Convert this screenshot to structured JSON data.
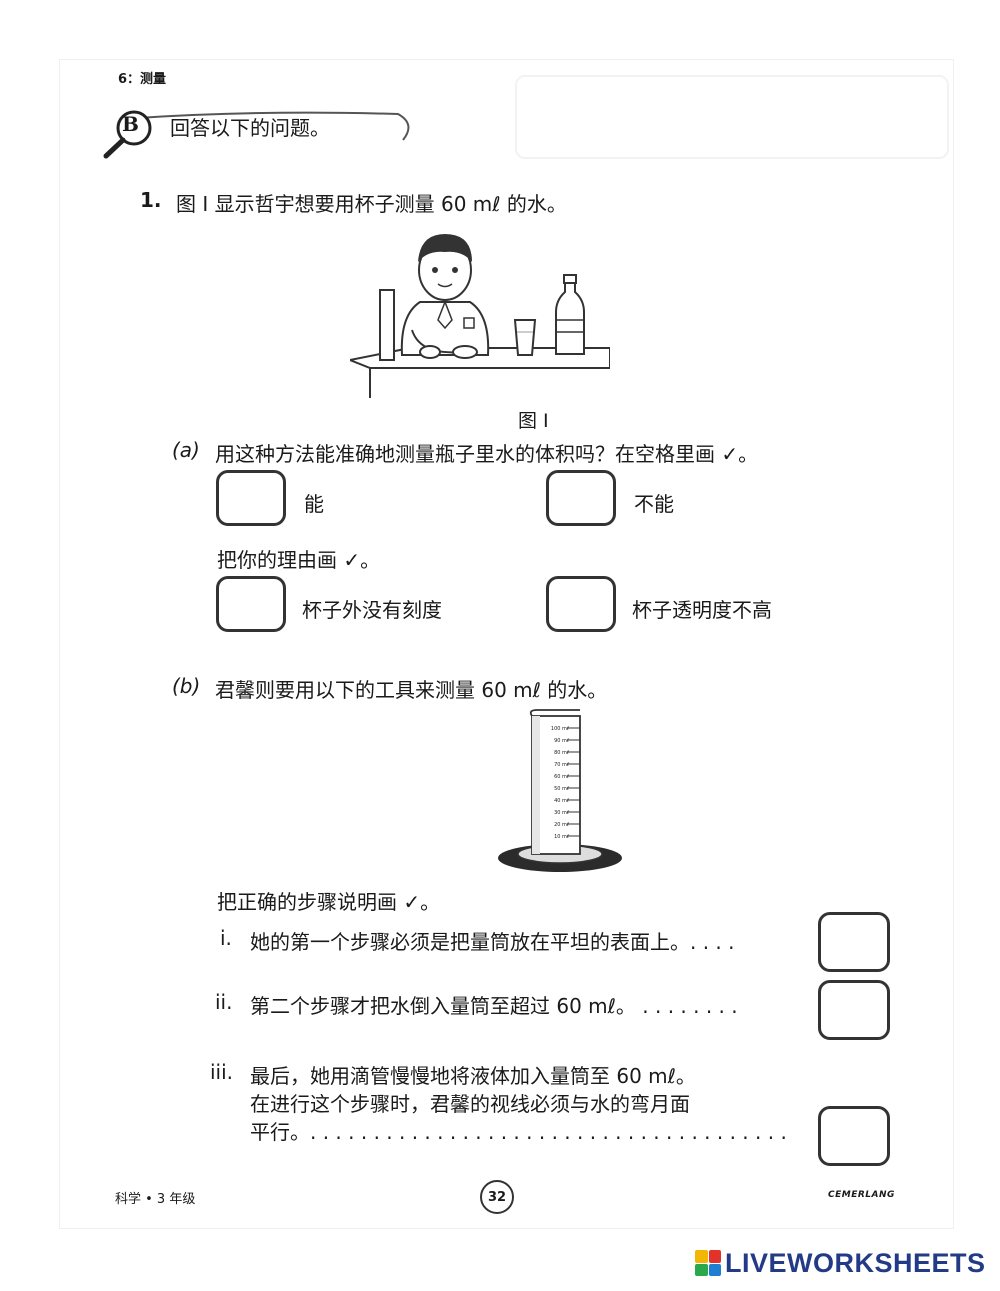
{
  "header": {
    "chapter": "6：测量"
  },
  "section": {
    "badge": "B",
    "title": "回答以下的问题。"
  },
  "question1": {
    "number": "1.",
    "intro": "图 I 显示哲宇想要用杯子测量 60 mℓ 的水。",
    "figure_caption": "图 I",
    "part_a": {
      "label": "(a)",
      "question": "用这种方法能准确地测量瓶子里水的体积吗？在空格里画 ✓。",
      "options": [
        "能",
        "不能"
      ],
      "reason_prompt": "把你的理由画 ✓。",
      "reasons": [
        "杯子外没有刻度",
        "杯子透明度不高"
      ]
    },
    "part_b": {
      "label": "(b)",
      "question": "君馨则要用以下的工具来测量 60 mℓ 的水。",
      "cylinder_marks": [
        "100 mℓ",
        "90 mℓ",
        "80 mℓ",
        "70 mℓ",
        "60 mℓ",
        "50 mℓ",
        "40 mℓ",
        "30 mℓ",
        "20 mℓ",
        "10 mℓ"
      ],
      "steps_prompt": "把正确的步骤说明画 ✓。",
      "steps": [
        {
          "num": "i.",
          "lines": [
            "她的第一个步骤必须是把量筒放在平坦的表面上。. . . ."
          ]
        },
        {
          "num": "ii.",
          "lines": [
            "第二个步骤才把水倒入量筒至超过 60 mℓ。 . . . . . . . ."
          ]
        },
        {
          "num": "iii.",
          "lines": [
            "最后，她用滴管慢慢地将液体加入量筒至 60 mℓ。",
            "在进行这个步骤时，君馨的视线必须与水的弯月面",
            "平行。. . . . . . . . . . . . . . . . . . . . . . . . . . . . . . . . . . . . . ."
          ]
        }
      ]
    }
  },
  "footer": {
    "subject": "科学 • 3 年级",
    "page_number": "32",
    "publisher": "CEMERLANG",
    "brand": "LIVEWORKSHEETS"
  },
  "colors": {
    "ink": "#1a1a1a",
    "brand_blue": "#233b86"
  }
}
